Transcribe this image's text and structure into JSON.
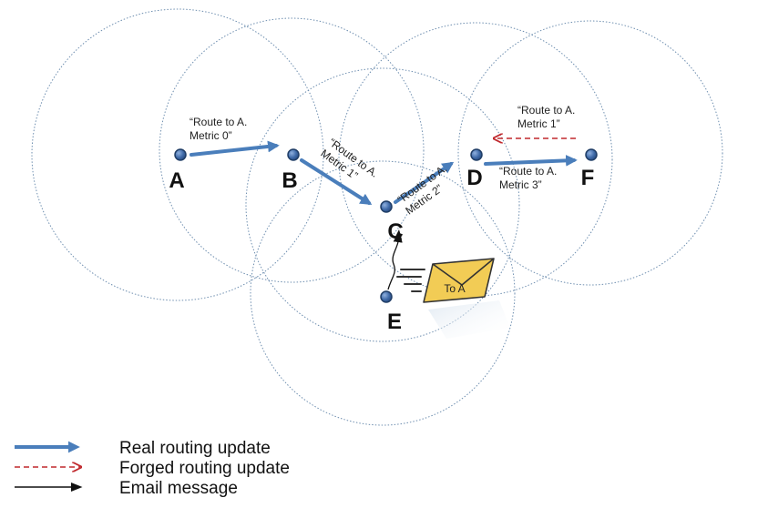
{
  "colors": {
    "real": "#4a7ebb",
    "forged": "#c0282d",
    "email": "#111111",
    "node_fill": "#3f6aa8",
    "node_stroke": "#1f3d66",
    "range": "#6f8fb0",
    "envelope_fill": "#f2cc55",
    "envelope_stroke": "#333333"
  },
  "nodes": [
    {
      "id": "A",
      "label": "A"
    },
    {
      "id": "B",
      "label": "B"
    },
    {
      "id": "C",
      "label": "C"
    },
    {
      "id": "D",
      "label": "D"
    },
    {
      "id": "E",
      "label": "E"
    },
    {
      "id": "F",
      "label": "F"
    }
  ],
  "edges": [
    {
      "from": "A",
      "to": "B",
      "kind": "real",
      "label_lines": [
        "“Route to A.",
        "Metric 0”"
      ]
    },
    {
      "from": "B",
      "to": "C",
      "kind": "real",
      "label_lines": [
        "“Route to A.",
        "Metric 1”"
      ]
    },
    {
      "from": "C",
      "to": "D",
      "kind": "real",
      "label_lines": [
        "“Route to A.",
        "Metric 2”"
      ]
    },
    {
      "from": "D",
      "to": "F",
      "kind": "real",
      "label_lines": [
        "“Route to A.",
        "Metric 3”"
      ]
    },
    {
      "from": "F",
      "to": "D",
      "kind": "forged",
      "label_lines": [
        "“Route to A.",
        "Metric 1”"
      ]
    },
    {
      "from": "E",
      "to": "C",
      "kind": "email",
      "label_lines": []
    }
  ],
  "envelope": {
    "label": "To A",
    "icon": "envelope-icon"
  },
  "legend": [
    {
      "kind": "real",
      "label": "Real routing update"
    },
    {
      "kind": "forged",
      "label": "Forged routing update"
    },
    {
      "kind": "email",
      "label": "Email message"
    }
  ]
}
